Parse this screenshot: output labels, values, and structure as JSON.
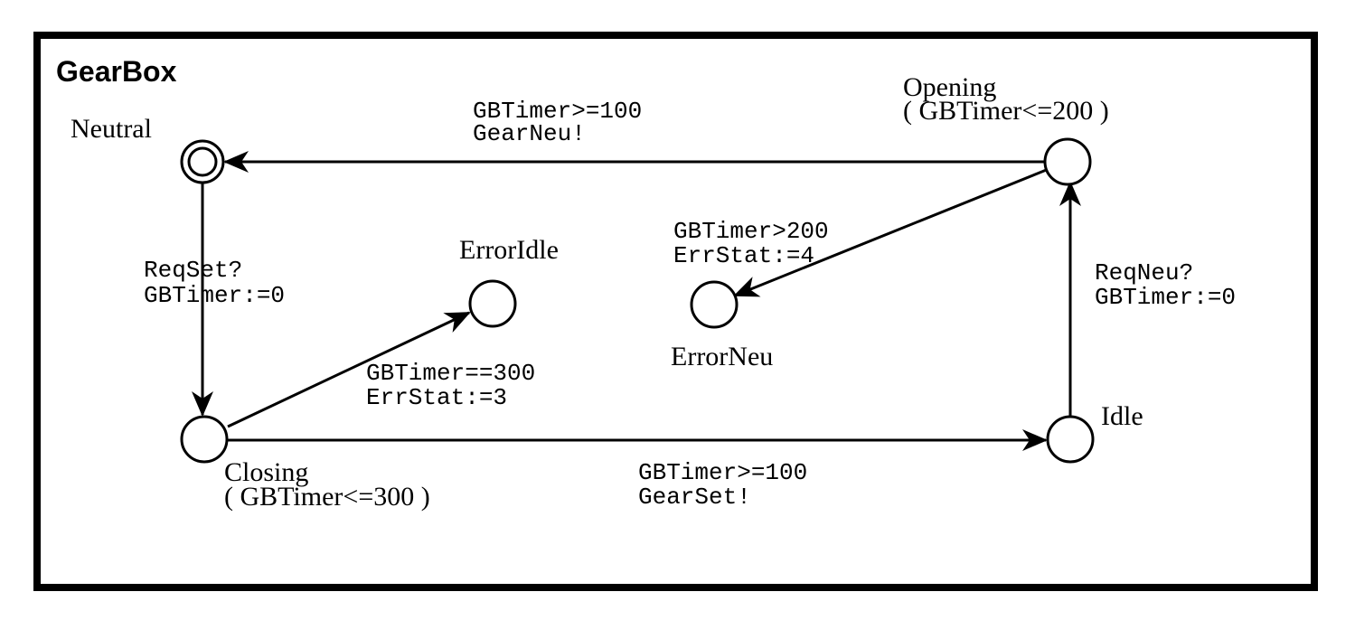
{
  "automaton": {
    "title": "GearBox"
  },
  "locations": {
    "neutral": {
      "name": "Neutral",
      "initial": true
    },
    "opening": {
      "name": "Opening",
      "invariant": "( GBTimer<=200 )"
    },
    "error_idle": {
      "name": "ErrorIdle"
    },
    "error_neu": {
      "name": "ErrorNeu"
    },
    "closing": {
      "name": "Closing",
      "invariant": "( GBTimer<=300 )"
    },
    "idle": {
      "name": "Idle"
    }
  },
  "transitions": {
    "opening_to_neutral": {
      "guard": "GBTimer>=100",
      "action": "GearNeu!"
    },
    "neutral_to_closing": {
      "sync": "ReqSet?",
      "update": "GBTimer:=0"
    },
    "closing_to_error_idle": {
      "guard": "GBTimer==300",
      "update": "ErrStat:=3"
    },
    "opening_to_error_neu": {
      "guard": "GBTimer>200",
      "update": "ErrStat:=4"
    },
    "idle_to_opening": {
      "sync": "ReqNeu?",
      "update": "GBTimer:=0"
    },
    "closing_to_idle": {
      "guard": "GBTimer>=100",
      "action": "GearSet!"
    }
  }
}
